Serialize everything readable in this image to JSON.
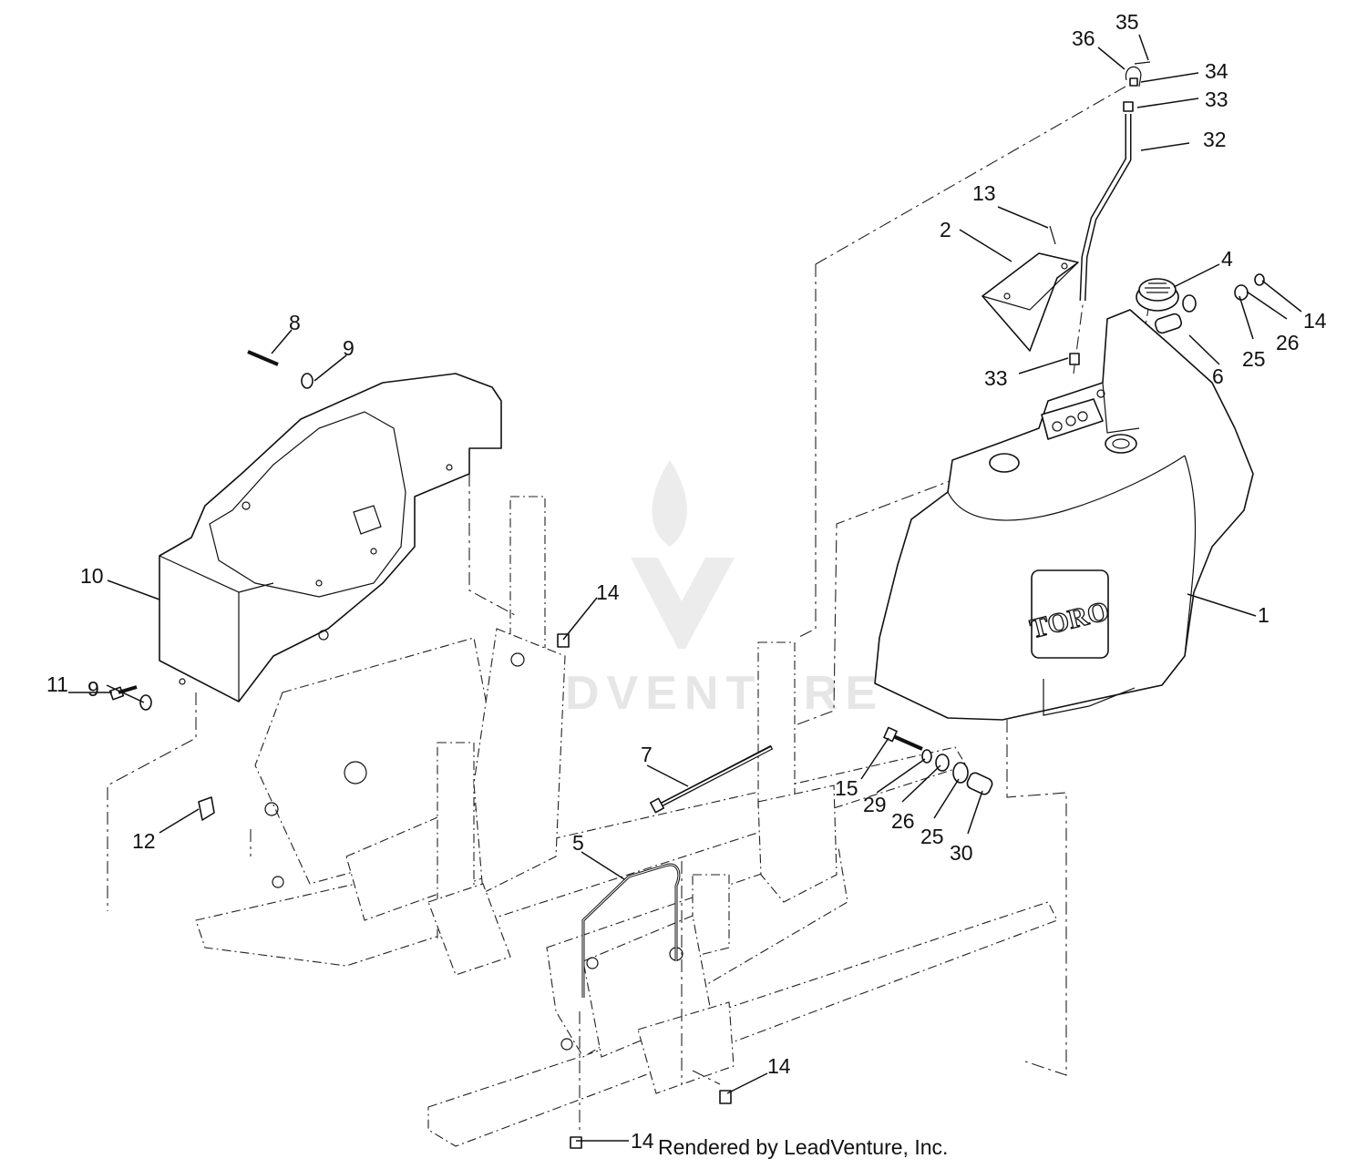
{
  "diagram": {
    "watermark": "LEADVENTURE",
    "tank_logo": "TORO",
    "footer": "Rendered by LeadVenture, Inc.",
    "callouts": [
      "1",
      "2",
      "4",
      "5",
      "6",
      "7",
      "8",
      "9",
      "9",
      "10",
      "11",
      "12",
      "13",
      "14",
      "14",
      "14",
      "14",
      "15",
      "25",
      "25",
      "26",
      "26",
      "29",
      "30",
      "32",
      "33",
      "33",
      "34",
      "35",
      "36"
    ]
  }
}
